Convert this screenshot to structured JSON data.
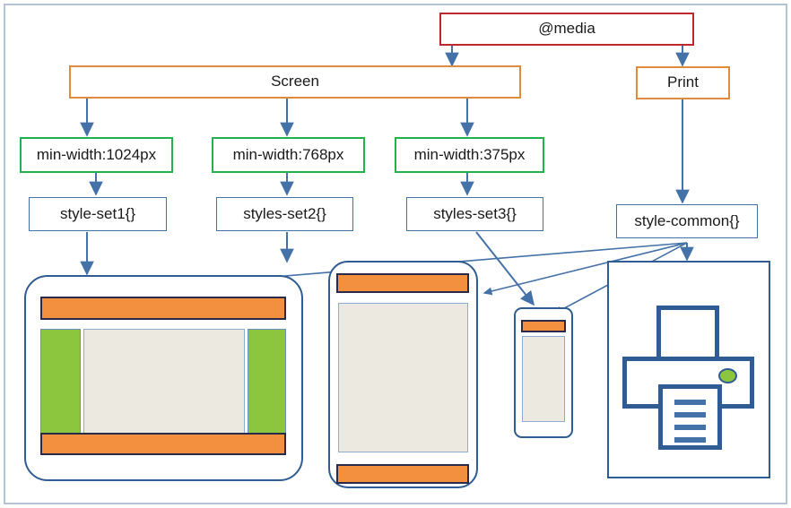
{
  "diagram": {
    "title": "CSS @media query structure",
    "colors": {
      "red_border": "#c0272d",
      "orange_border": "#e08a3e",
      "green_border": "#22b14c",
      "blue_border": "#4472a8",
      "arrow": "#4472a8",
      "device_outline": "#2f5c92",
      "bar_orange": "#f2903f",
      "panel_green": "#8cc63e",
      "panel_content": "#eceae0",
      "frame": "#b3c4d7"
    }
  },
  "nodes": {
    "media": {
      "label": "@media"
    },
    "screen": {
      "label": "Screen"
    },
    "print": {
      "label": "Print"
    },
    "breakpoints": [
      {
        "label": "min-width:1024px"
      },
      {
        "label": "min-width:768px"
      },
      {
        "label": "min-width:375px"
      }
    ],
    "stylesets": [
      {
        "label": "style-set1{}"
      },
      {
        "label": "styles-set2{}"
      },
      {
        "label": "styles-set3{}"
      }
    ],
    "common": {
      "label": "style-common{}"
    }
  },
  "devices": {
    "desktop": {
      "name": "desktop-layout",
      "regions": [
        "header-bar",
        "left-sidebar",
        "content-area",
        "right-sidebar",
        "footer-bar"
      ]
    },
    "tablet": {
      "name": "tablet-layout",
      "regions": [
        "header-bar",
        "content-area",
        "footer-bar"
      ]
    },
    "phone": {
      "name": "phone-layout",
      "regions": [
        "header-bar",
        "content-area"
      ]
    },
    "printer": {
      "name": "printer-illustration",
      "parts": [
        "paper-tray",
        "printer-body",
        "status-led",
        "printed-page"
      ],
      "printed_lines": 4
    }
  },
  "edges": [
    {
      "from": "media",
      "to": "screen"
    },
    {
      "from": "media",
      "to": "print"
    },
    {
      "from": "screen",
      "to": "min-width:1024px"
    },
    {
      "from": "screen",
      "to": "min-width:768px"
    },
    {
      "from": "screen",
      "to": "min-width:375px"
    },
    {
      "from": "min-width:1024px",
      "to": "style-set1{}"
    },
    {
      "from": "min-width:768px",
      "to": "styles-set2{}"
    },
    {
      "from": "min-width:375px",
      "to": "styles-set3{}"
    },
    {
      "from": "print",
      "to": "style-common{}"
    },
    {
      "from": "style-set1{}",
      "to": "desktop-layout"
    },
    {
      "from": "styles-set2{}",
      "to": "tablet-layout"
    },
    {
      "from": "styles-set3{}",
      "to": "phone-layout"
    },
    {
      "from": "style-common{}",
      "to": "desktop-layout"
    },
    {
      "from": "style-common{}",
      "to": "tablet-layout"
    },
    {
      "from": "style-common{}",
      "to": "phone-layout"
    },
    {
      "from": "style-common{}",
      "to": "printer-illustration"
    }
  ]
}
